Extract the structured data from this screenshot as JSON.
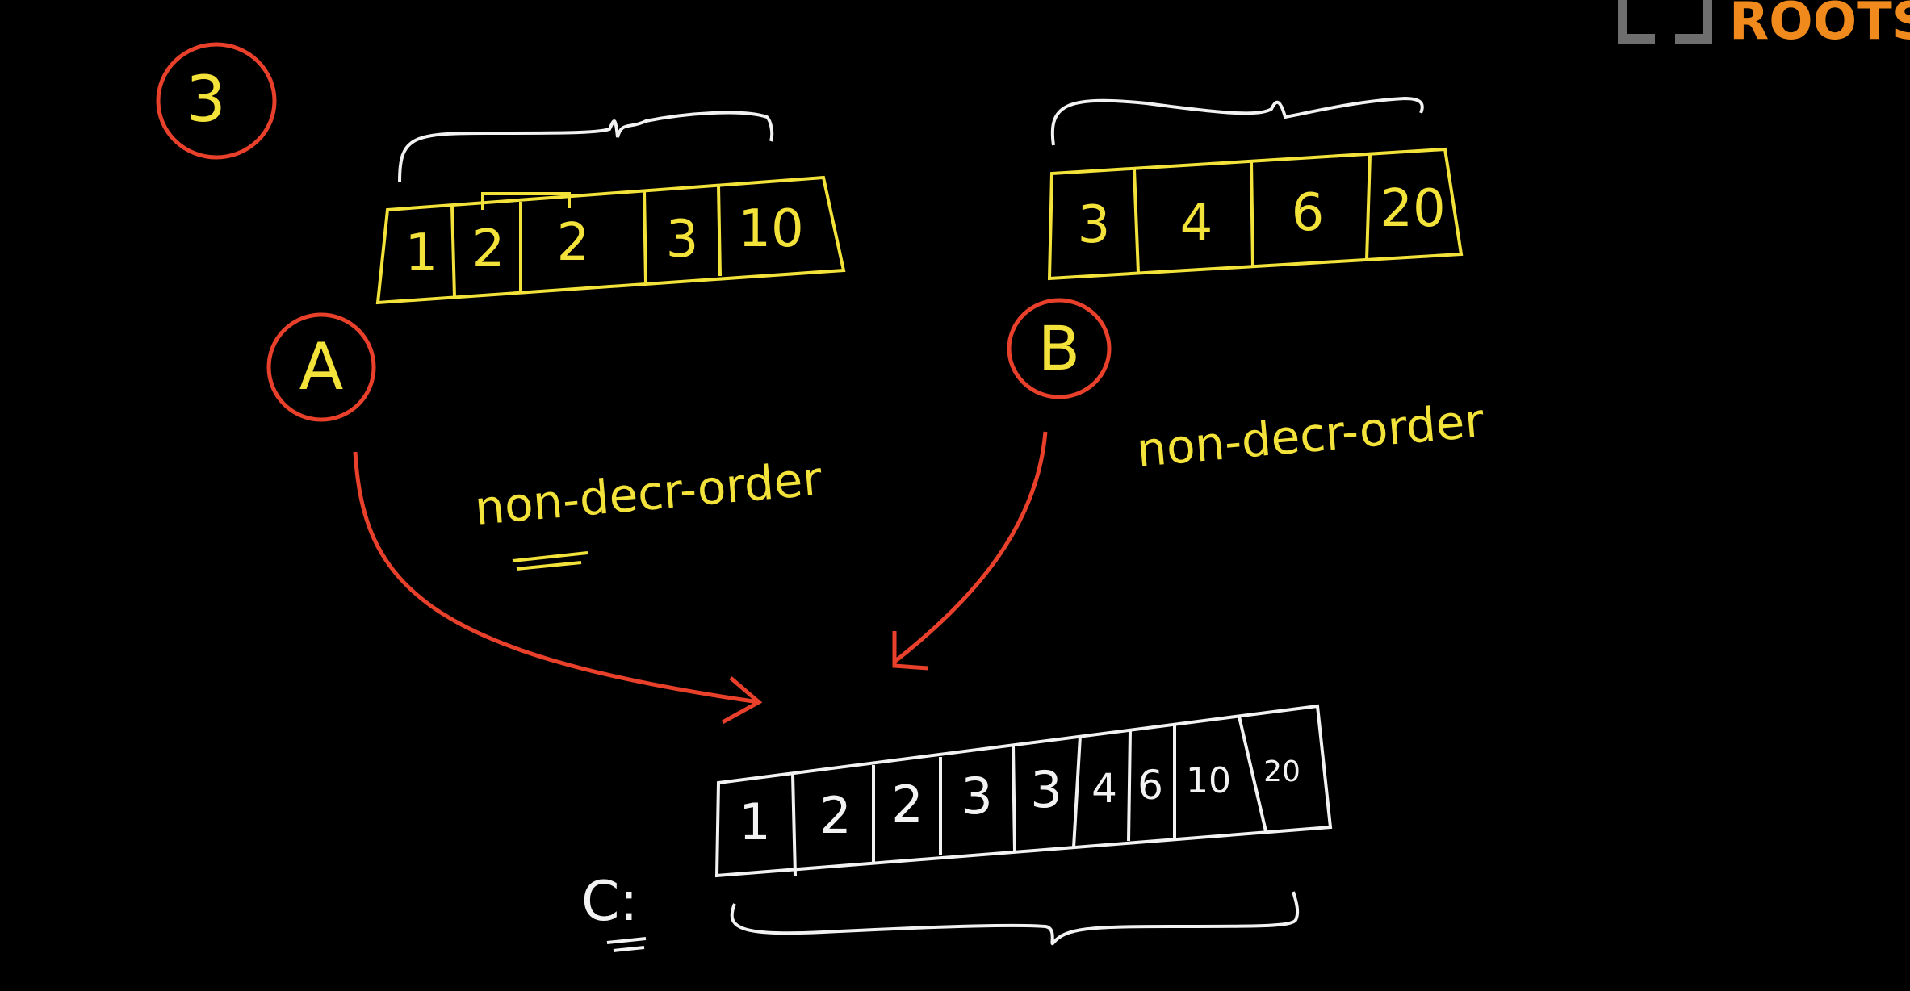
{
  "colors": {
    "background": "#000000",
    "yellow": "#f2e23a",
    "red": "#e8402a",
    "white": "#f2f2f2",
    "logo_gray": "#6e6e6e",
    "logo_orange": "#f08a1c"
  },
  "logo": {
    "text": "ROOTS",
    "icon": "bracket-logo-icon"
  },
  "step_number": "3",
  "array_a": {
    "label": "A",
    "values": [
      "1",
      "2",
      "2",
      "3",
      "10"
    ]
  },
  "array_b": {
    "label": "B",
    "values": [
      "3",
      "4",
      "6",
      "20"
    ]
  },
  "array_c": {
    "label": "C:",
    "values": [
      "1",
      "2",
      "2",
      "3",
      "3",
      "4",
      "6",
      "10",
      "20"
    ]
  },
  "note_a": "non-decr-order",
  "note_b": "non-decr-order"
}
